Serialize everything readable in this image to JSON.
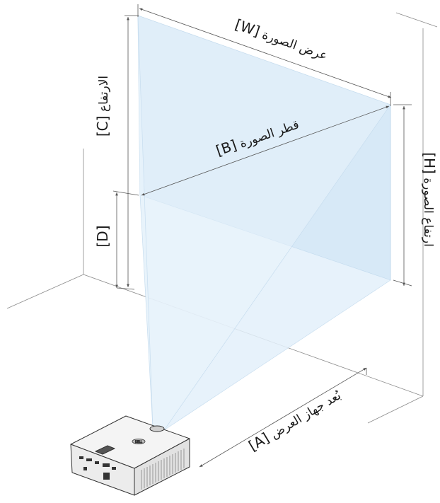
{
  "diagram": {
    "label_width": "[W]",
    "label_width_text": "عرض الصورة",
    "label_diagonal": "[B]",
    "label_diagonal_text": "قطر الصورة",
    "label_height": "[H]",
    "label_height_text": "ارتفاع الصورة",
    "label_elevation": "[C]",
    "label_elevation_text": "الارتفاع",
    "label_offset": "[D]",
    "label_distance": "[A]",
    "label_distance_text": "بُعد جهاز العرض",
    "projector_logo": "DELL"
  },
  "colors": {
    "screen_fill": "#d7e9f7",
    "beam_fill": "#e3f0fa",
    "line": "#8a8a8a",
    "dim_line": "#555555"
  }
}
